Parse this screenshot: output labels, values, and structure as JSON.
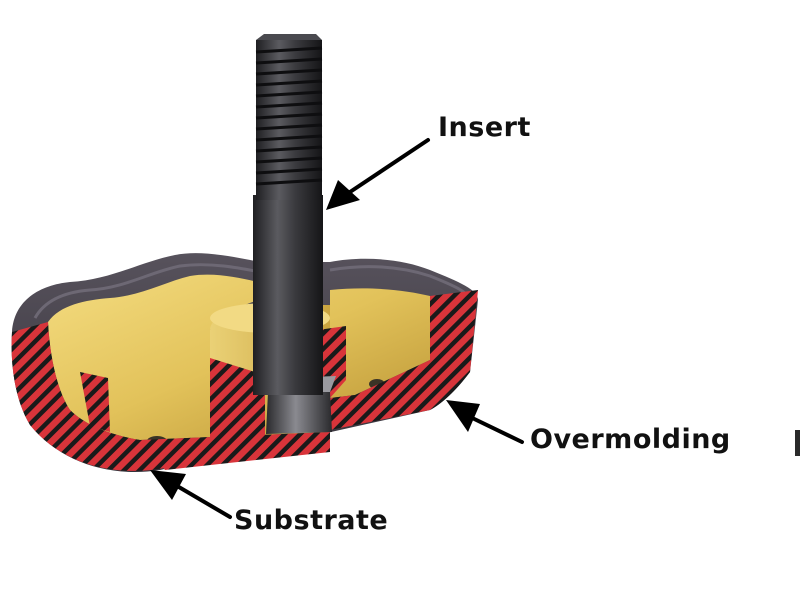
{
  "labels": {
    "insert": "Insert",
    "overmolding": "Overmolding",
    "substrate": "Substrate"
  },
  "colors": {
    "overmolding_dark": "#4a4650",
    "substrate_yellow": "#d9b84a",
    "section_red": "#d8343a",
    "hatch": "#1a1a1a",
    "metal": "#3b3b3e",
    "arrow": "#000000"
  }
}
